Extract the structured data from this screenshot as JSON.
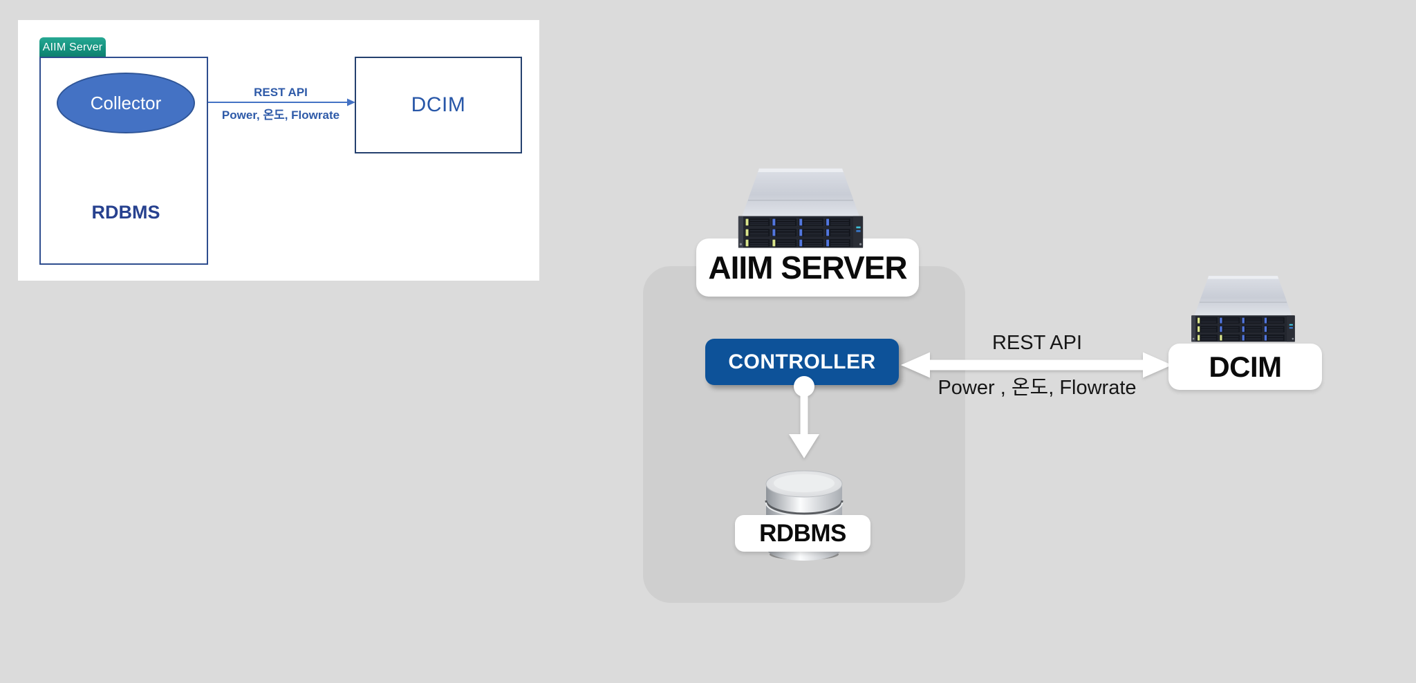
{
  "inset": {
    "tab_label": "AIIM Server",
    "collector_label": "Collector",
    "rdbms_label": "RDBMS",
    "dcim_label": "DCIM",
    "link_title": "REST API",
    "link_subtitle": "Power, 온도, Flowrate"
  },
  "main": {
    "server_label": "AIIM SERVER",
    "controller_label": "CONTROLLER",
    "rdbms_label": "RDBMS",
    "dcim_label": "DCIM",
    "link_title": "REST API",
    "link_subtitle": "Power , 온도, Flowrate"
  },
  "colors": {
    "page_bg": "#dbdbdb",
    "container_bg": "#cfcfcf",
    "inset_accent_blue": "#4472c4",
    "inset_border_blue": "#2e4d8e",
    "inset_text_blue": "#2e5aa8",
    "tab_teal": "#13907d",
    "controller_blue": "#0d5299",
    "label_text_black": "#0b0b0b",
    "arrow_white": "#ffffff"
  }
}
